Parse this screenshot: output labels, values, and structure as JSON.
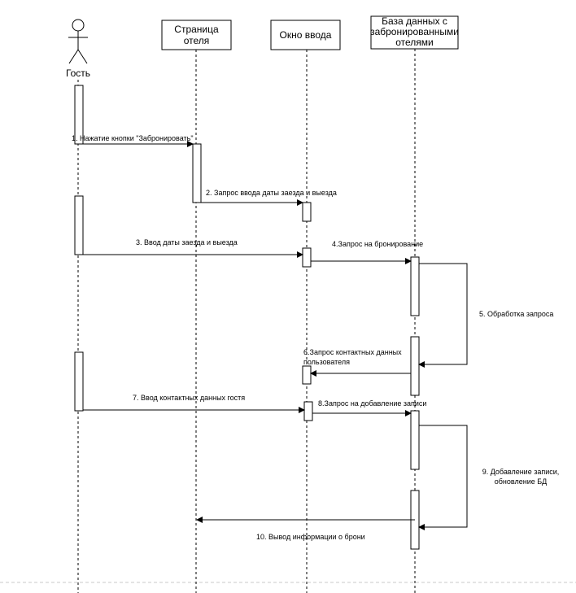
{
  "participants": {
    "actor": "Гость",
    "hotel_page": [
      "Страница",
      "отеля"
    ],
    "input_window": "Окно ввода",
    "database": [
      "База данных с",
      "забронированными",
      "отелями"
    ]
  },
  "messages": {
    "m1": "1. Нажатие кнопки \"Забронировать\"",
    "m2": "2. Запрос ввода даты заезда и выезда",
    "m3": "3. Ввод даты заезда и выезда",
    "m4": "4.Запрос на бронирование",
    "m5": "5. Обработка запроса",
    "m6": [
      "6.Запрос контактных данных",
      "пользователя"
    ],
    "m7": "7. Ввод контактных данных гостя",
    "m8": "8.Запрос на добавление записи",
    "m9": [
      "9. Добавление записи,",
      "обновление БД"
    ],
    "m10": "10. Вывод информации о брони"
  }
}
